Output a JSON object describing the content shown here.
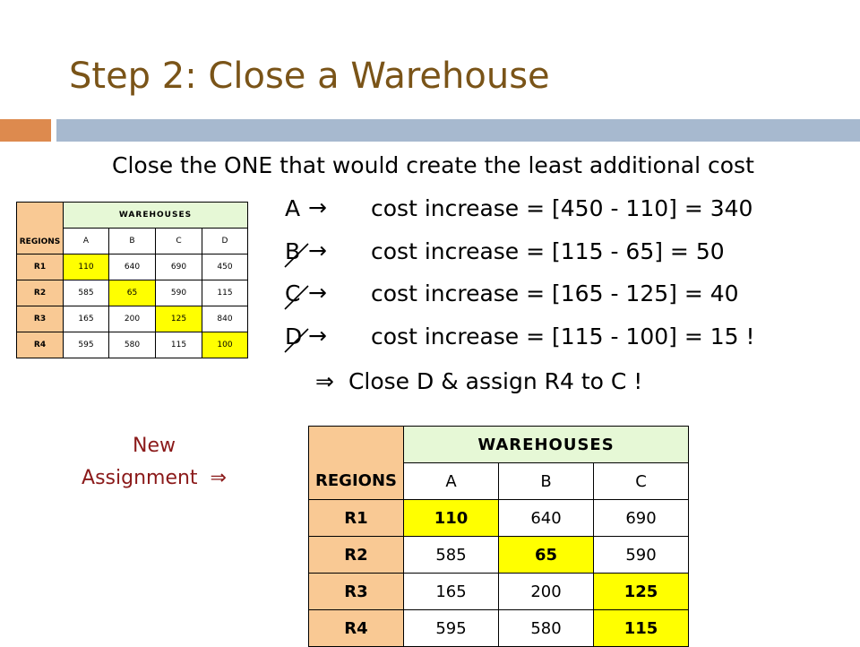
{
  "title": "Step 2: Close a Warehouse",
  "subtitle": "Close the ONE that would create the least additional cost",
  "arrow_glyph": "→",
  "implies_glyph": "⇒",
  "options": [
    {
      "letter": "A",
      "text": "cost increase = [450 - 110] = 340",
      "crossed": false
    },
    {
      "letter": "B",
      "text": "cost increase = [115 - 65] =    50",
      "crossed": true
    },
    {
      "letter": "C",
      "text": "cost increase = [165 - 125] =  40",
      "crossed": true
    },
    {
      "letter": "D",
      "text": "cost increase = [115 - 100] =  15 !",
      "crossed": true
    }
  ],
  "conclusion": "Close D & assign R4 to C !",
  "new_assignment": {
    "line1": "New",
    "line2": "Assignment"
  },
  "small_table": {
    "regions_label": "REGIONS",
    "warehouses_label": "WAREHOUSES",
    "columns": [
      "A",
      "B",
      "C",
      "D"
    ],
    "rows": [
      {
        "region": "R1",
        "values": [
          "110",
          "640",
          "690",
          "450"
        ],
        "highlight": 0
      },
      {
        "region": "R2",
        "values": [
          "585",
          "65",
          "590",
          "115"
        ],
        "highlight": 1
      },
      {
        "region": "R3",
        "values": [
          "165",
          "200",
          "125",
          "840"
        ],
        "highlight": 2
      },
      {
        "region": "R4",
        "values": [
          "595",
          "580",
          "115",
          "100"
        ],
        "highlight": 3
      }
    ]
  },
  "big_table": {
    "regions_label": "REGIONS",
    "warehouses_label": "WAREHOUSES",
    "columns": [
      "A",
      "B",
      "C"
    ],
    "rows": [
      {
        "region": "R1",
        "values": [
          "110",
          "640",
          "690"
        ],
        "highlight": 0
      },
      {
        "region": "R2",
        "values": [
          "585",
          "65",
          "590"
        ],
        "highlight": 1
      },
      {
        "region": "R3",
        "values": [
          "165",
          "200",
          "125"
        ],
        "highlight": 2
      },
      {
        "region": "R4",
        "values": [
          "595",
          "580",
          "115"
        ],
        "highlight": 2
      }
    ]
  },
  "colors": {
    "title": "#7a5418",
    "accent_orange": "#dd8a4e",
    "accent_blue": "#a7b9cf",
    "new_assignment": "#8b1a1a",
    "regions_fill": "#f9c994",
    "warehouses_fill": "#e6f8d6",
    "highlight": "#ffff00"
  }
}
